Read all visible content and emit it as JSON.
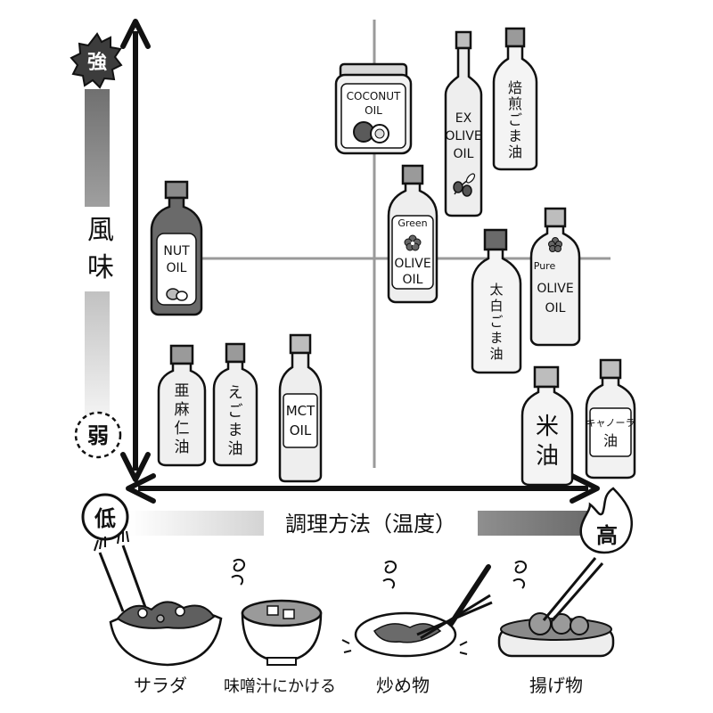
{
  "axes": {
    "y_title_line1": "風",
    "y_title_line2": "味",
    "y_high": "強",
    "y_low": "弱",
    "x_title": "調理方法（温度）",
    "x_low": "低",
    "x_high": "高"
  },
  "oils": {
    "coconut": [
      "COCONUT",
      "OIL"
    ],
    "ex_olive": [
      "EX",
      "OLIVE",
      "OIL"
    ],
    "roasted_sesame": [
      "焙煎ごま油"
    ],
    "nut": [
      "NUT",
      "OIL"
    ],
    "green_olive": [
      "Green",
      "OLIVE",
      "OIL"
    ],
    "pure_olive": [
      "Pure",
      "OLIVE",
      "OIL"
    ],
    "white_sesame": [
      "太白ごま油"
    ],
    "linseed": [
      "亜麻仁油"
    ],
    "egoma": [
      "えごま油"
    ],
    "mct": [
      "MCT",
      "OIL"
    ],
    "rice": [
      "米",
      "油"
    ],
    "canola": [
      "キャノーラ",
      "油"
    ]
  },
  "methods": {
    "salad": "サラダ",
    "miso": "味噌汁にかける",
    "stirfry": "炒め物",
    "fried": "揚げ物"
  }
}
